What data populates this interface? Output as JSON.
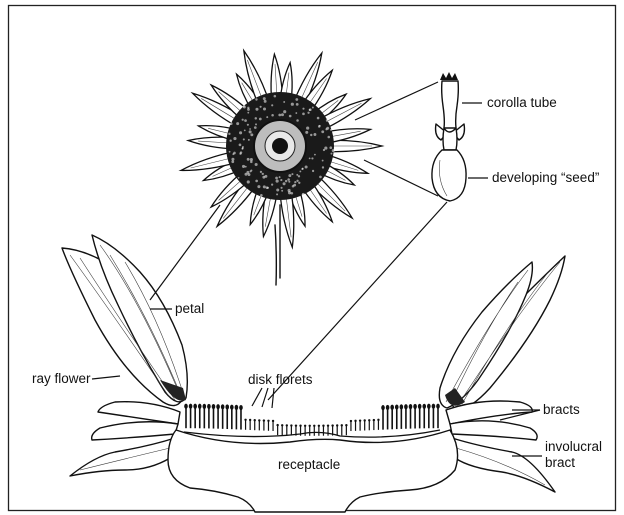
{
  "labels": {
    "corolla_tube": "corolla tube",
    "developing_seed": "developing “seed”",
    "petal": "petal",
    "ray_flower": "ray flower",
    "disk_florets": "disk florets",
    "bracts": "bracts",
    "involucral_line1": "involucral",
    "involucral_line2": "bract",
    "receptacle": "receptacle"
  },
  "colors": {
    "ink": "#111111",
    "background": "#ffffff",
    "frame": "#222222"
  }
}
